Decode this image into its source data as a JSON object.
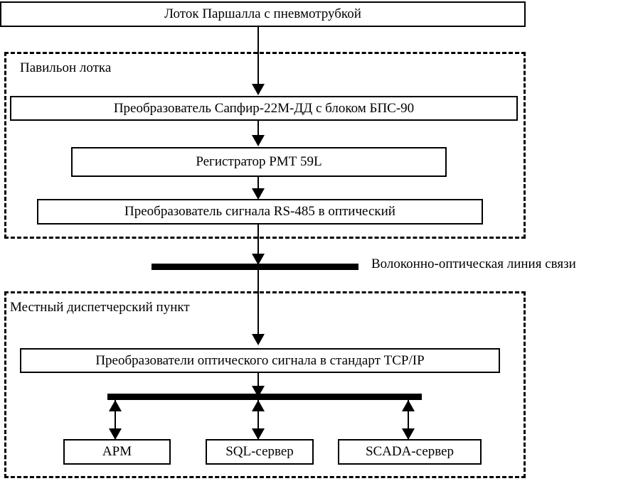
{
  "diagram": {
    "title_box": {
      "label": "Лоток Паршалла с пневмотрубкой"
    },
    "regions": [
      {
        "title": "Павильон лотка"
      },
      {
        "title": "Местный диспетчерский пункт"
      }
    ],
    "pavilion_boxes": [
      {
        "label": "Преобразователь Сапфир-22М-ДД с блоком БПС-90"
      },
      {
        "label": "Регистратор РМТ 59L"
      },
      {
        "label": "Преобразователь сигнала RS-485 в оптический"
      }
    ],
    "link_caption": "Волоконно-оптическая линия связи",
    "dispatch_boxes": [
      {
        "label": "Преобразователи оптического сигнала в стандарт TCP/IP"
      }
    ],
    "terminals": [
      {
        "label": "АРМ"
      },
      {
        "label": "SQL-сервер"
      },
      {
        "label": "SCADA-сервер"
      }
    ],
    "colors": {
      "stroke": "#000000",
      "fill": "#ffffff"
    }
  }
}
